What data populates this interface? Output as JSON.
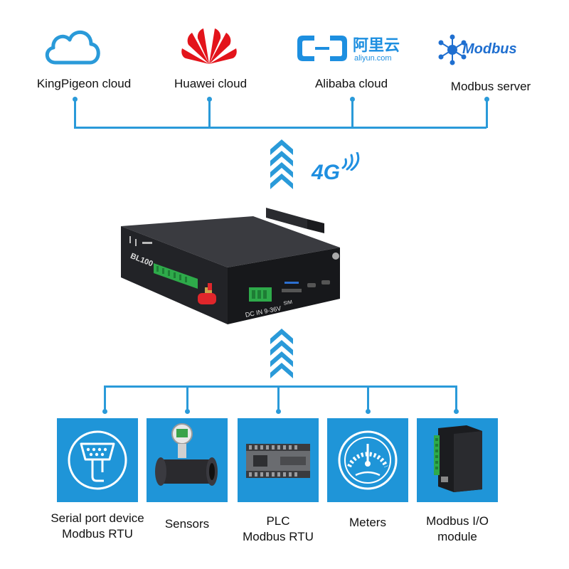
{
  "clouds": [
    {
      "label": "KingPigeon cloud",
      "icon": "cloud-icon"
    },
    {
      "label": "Huawei cloud",
      "icon": "huawei-logo-icon"
    },
    {
      "label": "Alibaba cloud",
      "icon": "aliyun-logo-icon"
    },
    {
      "label": "Modbus server",
      "icon": "modbus-logo-icon"
    }
  ],
  "brands": {
    "aliyun_cn": "阿里云",
    "aliyun_url": "aliyun.com",
    "modbus_word": "Modbus"
  },
  "network": {
    "label": "4G"
  },
  "gateway": {
    "model": "BL100",
    "power_label": "DC IN 9-36V",
    "sim_label": "SIM"
  },
  "devices": [
    {
      "line1": "Serial port device",
      "line2": "Modbus RTU",
      "icon": "serial-port-icon"
    },
    {
      "line1": "Sensors",
      "line2": "",
      "icon": "flowmeter-sensor-icon"
    },
    {
      "line1": "PLC",
      "line2": "Modbus RTU",
      "icon": "plc-icon"
    },
    {
      "line1": "Meters",
      "line2": "",
      "icon": "meter-gauge-icon"
    },
    {
      "line1": "Modbus I/O",
      "line2": "module",
      "icon": "io-module-icon"
    }
  ],
  "colors": {
    "accent": "#2a9ad9",
    "tile": "#1f95d8",
    "huawei_red": "#e3141b",
    "device_body": "#1b1c1f"
  }
}
